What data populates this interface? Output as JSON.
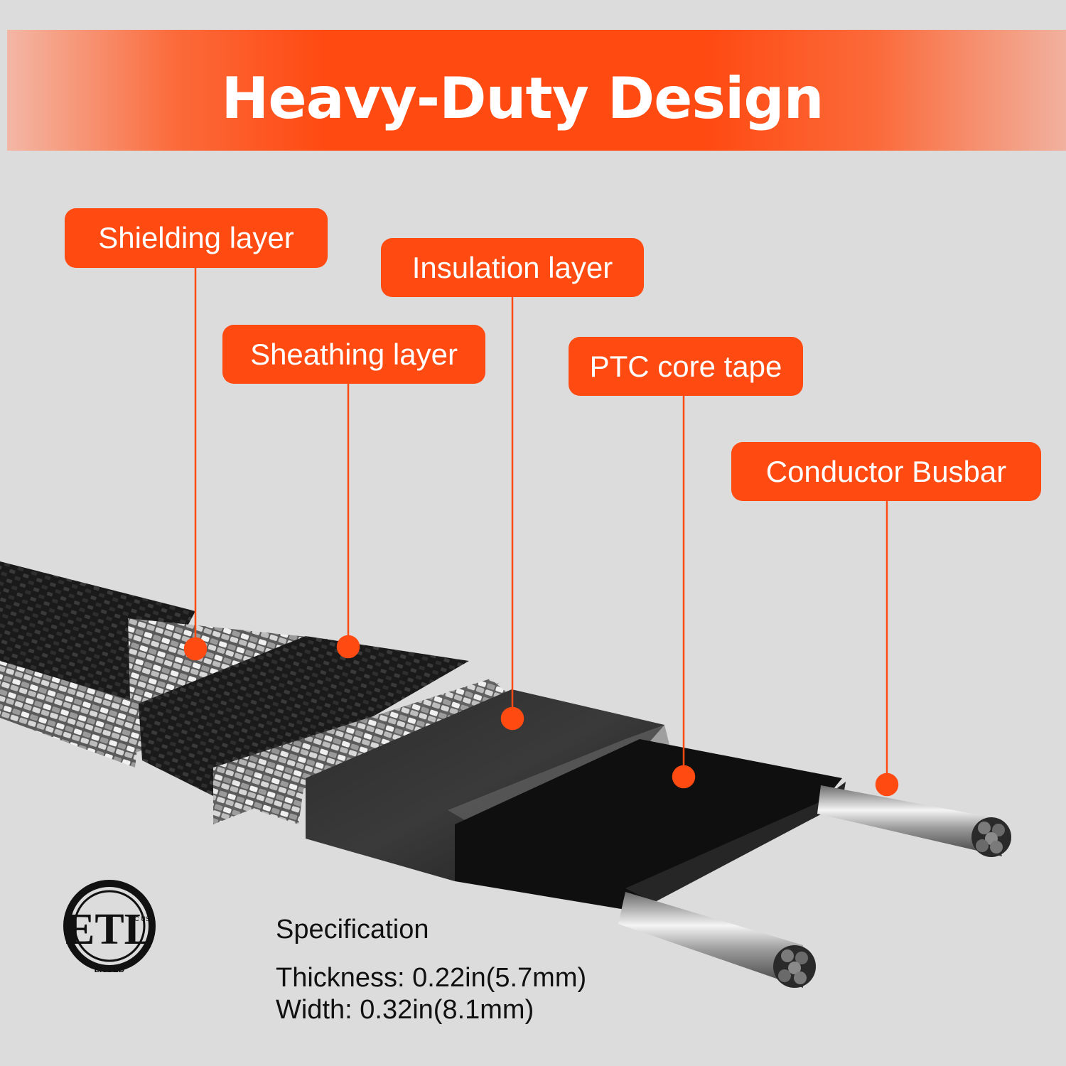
{
  "title": "Heavy-Duty Design",
  "callouts": {
    "shielding": "Shielding layer",
    "sheathing": "Sheathing layer",
    "insulation": "Insulation layer",
    "ptc": "PTC core tape",
    "busbar": "Conductor Busbar"
  },
  "specification": {
    "heading": "Specification",
    "thickness": "Thickness: 0.22in(5.7mm)",
    "width": "Width: 0.32in(8.1mm)"
  },
  "certification": {
    "mark": "ETL",
    "small_text": "C US",
    "listed": "LISTED"
  },
  "colors": {
    "accent": "#ff4a12",
    "background": "#dcdcdc"
  }
}
